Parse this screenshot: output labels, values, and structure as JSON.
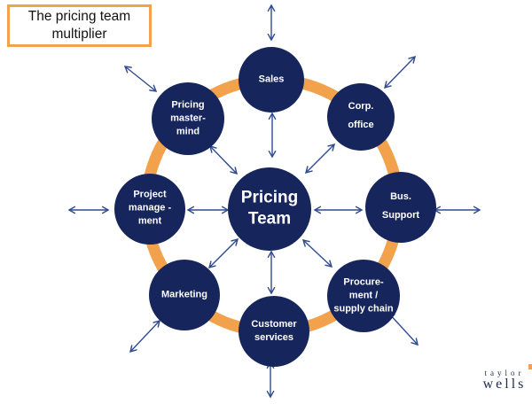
{
  "title": {
    "text": "The pricing team multiplier"
  },
  "center": {
    "label": "Pricing Team"
  },
  "nodes": {
    "sales": {
      "label": "Sales"
    },
    "corp_office": {
      "label": "Corp. office"
    },
    "bus_support": {
      "label": "Bus. Support"
    },
    "procurement": {
      "label": "Procure- ment / supply chain"
    },
    "customer_services": {
      "label": "Customer services"
    },
    "marketing": {
      "label": "Marketing"
    },
    "project_management": {
      "label": "Project manage - ment"
    },
    "pricing_mastermind": {
      "label": "Pricing master- mind"
    }
  },
  "logo": {
    "line1": "taylor",
    "line2": "wells"
  },
  "colors": {
    "navy": "#16255b",
    "orange": "#f2a14c",
    "arrow": "#2f4c8f"
  }
}
